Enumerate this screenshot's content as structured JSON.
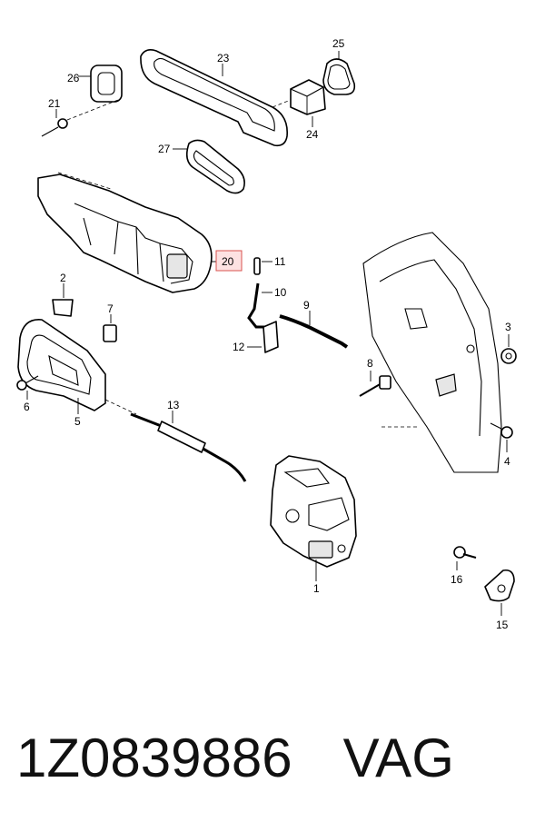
{
  "callouts": {
    "c1": "1",
    "c2": "2",
    "c3": "3",
    "c4": "4",
    "c5": "5",
    "c6": "6",
    "c7": "7",
    "c8": "8",
    "c9": "9",
    "c10": "10",
    "c11": "11",
    "c12": "12",
    "c13": "13",
    "c15": "15",
    "c16": "16",
    "c20": "20",
    "c21": "21",
    "c23": "23",
    "c24": "24",
    "c25": "25",
    "c26": "26",
    "c27": "27"
  },
  "highlight_color": "#d9534f",
  "footer": {
    "part_number": "1Z0839886",
    "brand": "VAG"
  }
}
